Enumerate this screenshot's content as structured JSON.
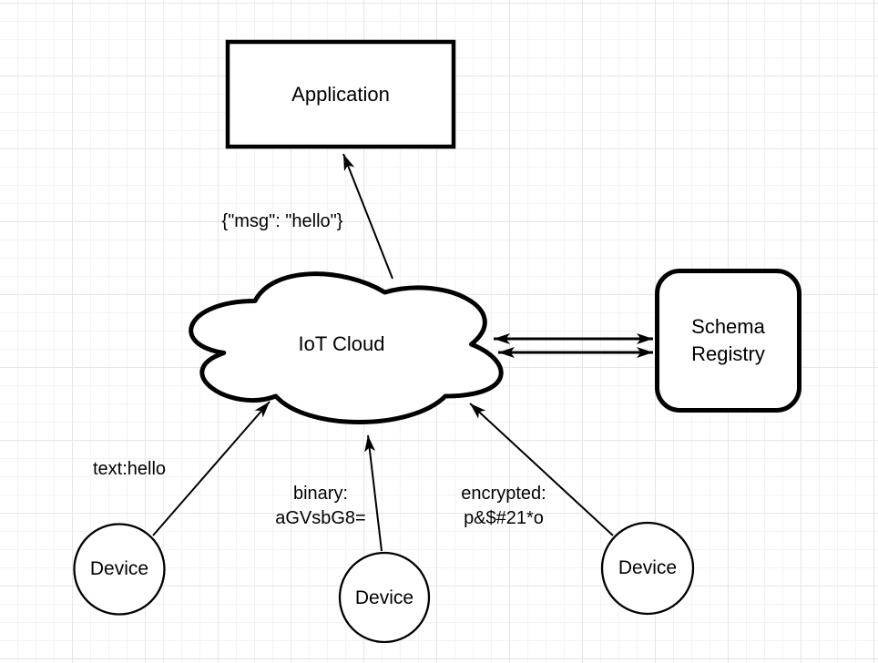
{
  "canvas": {
    "background_color": "#ffffff",
    "grid_minor_color": "#f3f3f3",
    "grid_major_color": "#e5e5e5",
    "shape_stroke_color": "#000000",
    "shape_fill_color": "#ffffff",
    "text_color": "#000000"
  },
  "nodes": {
    "application": {
      "label": "Application",
      "shape": "rectangle"
    },
    "iot_cloud": {
      "label": "IoT Cloud",
      "shape": "cloud"
    },
    "schema_registry": {
      "label": "Schema\nRegistry",
      "shape": "rounded-rectangle"
    },
    "device_left": {
      "label": "Device",
      "shape": "circle"
    },
    "device_middle": {
      "label": "Device",
      "shape": "circle"
    },
    "device_right": {
      "label": "Device",
      "shape": "circle"
    }
  },
  "edges": {
    "cloud_to_application": {
      "label": "{\"msg\": \"hello\"}",
      "direction": "cloud-to-application"
    },
    "device_left_to_cloud": {
      "label": "text:hello",
      "direction": "device-to-cloud"
    },
    "device_middle_to_cloud": {
      "label": "binary:\naGVsbG8=",
      "direction": "device-to-cloud"
    },
    "device_right_to_cloud": {
      "label": "encrypted:\np&$#21*o",
      "direction": "device-to-cloud"
    },
    "cloud_schema_registry_top": {
      "label": "",
      "direction": "bidirectional"
    },
    "cloud_schema_registry_bottom": {
      "label": "",
      "direction": "bidirectional"
    }
  }
}
